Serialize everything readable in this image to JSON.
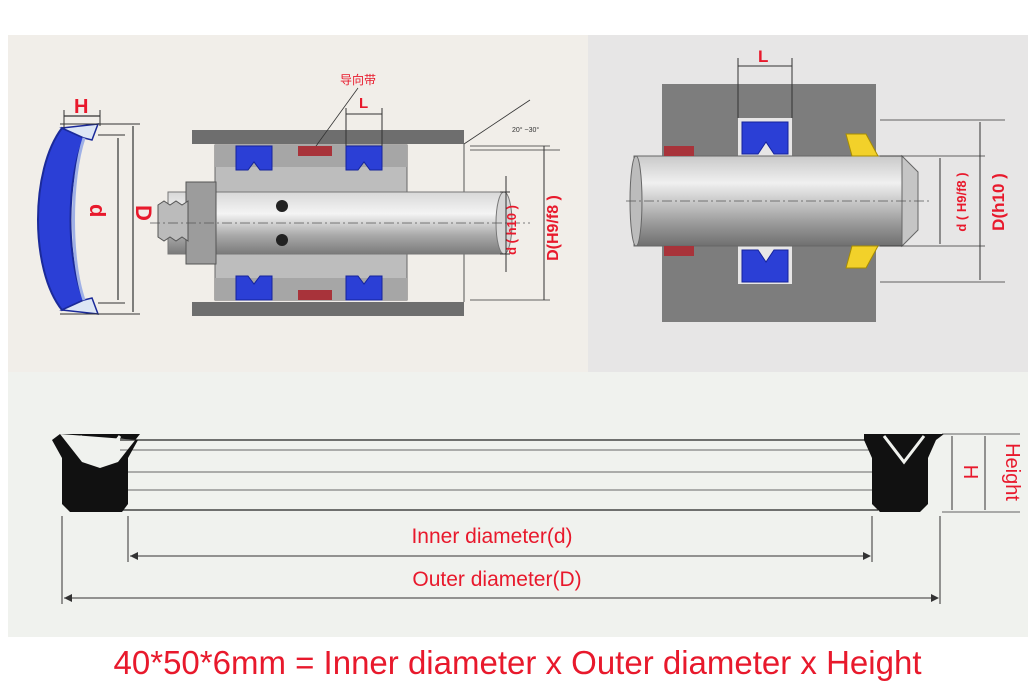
{
  "colors": {
    "accent": "#e8192c",
    "seal_blue": "#2b3fd6",
    "seal_black": "#111111",
    "metal_grey": "#8c8c8c",
    "guide_band": "#a8333a",
    "yellow_seal": "#f2d12a"
  },
  "top_left": {
    "cn_label": "导向带",
    "H_label": "H",
    "L_label": "L",
    "d_label": "d",
    "D_label": "D",
    "d_h10_label": "d ( h10 )",
    "D_H9f8_label": "D(H9/f8 )",
    "angle_label": "20° ~30°"
  },
  "top_right": {
    "L_label": "L",
    "d_H9f8_label": "d ( H9/f8 )",
    "D_h10_label": "D(h10 )"
  },
  "bottom": {
    "inner_label": "Inner diameter(d)",
    "outer_label": "Outer diameter(D)",
    "H_label": "H",
    "height_label": "Height"
  },
  "footer": {
    "text": "40*50*6mm = Inner diameter x Outer diameter x Height"
  }
}
